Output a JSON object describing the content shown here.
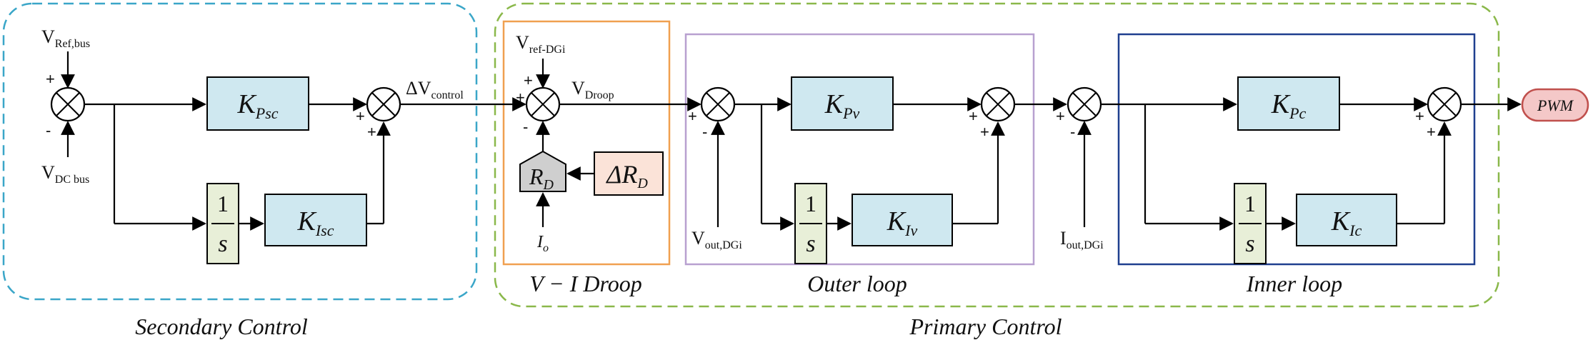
{
  "groups": {
    "secondary_label": "Secondary Control",
    "primary_label": "Primary Control",
    "droop_label": "V − I Droop",
    "outer_label": "Outer loop",
    "inner_label": "Inner loop"
  },
  "signals": {
    "vref_bus": "V",
    "vref_bus_sub": "Ref,bus",
    "vdc_bus": "V",
    "vdc_bus_sub": "DC bus",
    "dv_control": "ΔV",
    "dv_control_sub": "control",
    "vref_dgi": "V",
    "vref_dgi_sub": "ref-DGi",
    "vdroop": "V",
    "vdroop_sub": "Droop",
    "io": "I",
    "io_sub": "o",
    "vout": "V",
    "vout_sub": "out,DGi",
    "iout": "I",
    "iout_sub": "out,DGi",
    "pwm": "PWM"
  },
  "blocks": {
    "kpsc": "K",
    "kpsc_sub": "Psc",
    "kisc": "K",
    "kisc_sub": "Isc",
    "kpv": "K",
    "kpv_sub": "Pv",
    "kiv": "K",
    "kiv_sub": "Iv",
    "kpc": "K",
    "kpc_sub": "Pc",
    "kic": "K",
    "kic_sub": "Ic",
    "rd": "R",
    "rd_sub": "D",
    "drd": "ΔR",
    "drd_sub": "D",
    "integ_num": "1",
    "integ_den": "s"
  },
  "signs": {
    "plus": "+",
    "minus": "-"
  },
  "colors": {
    "secondary_border": "#3aa6c8",
    "primary_border": "#8ab84a",
    "droop_border": "#f0a050",
    "outer_border": "#b8a0d0",
    "inner_border": "#1f3f8f",
    "gain_fill": "#cfe8f0",
    "integrator_fill": "#e8efd8",
    "drd_fill": "#fbe3d8",
    "rd_fill": "#cfcfcf",
    "pwm_fill": "#f4c8c8",
    "pwm_border": "#c0504d"
  }
}
